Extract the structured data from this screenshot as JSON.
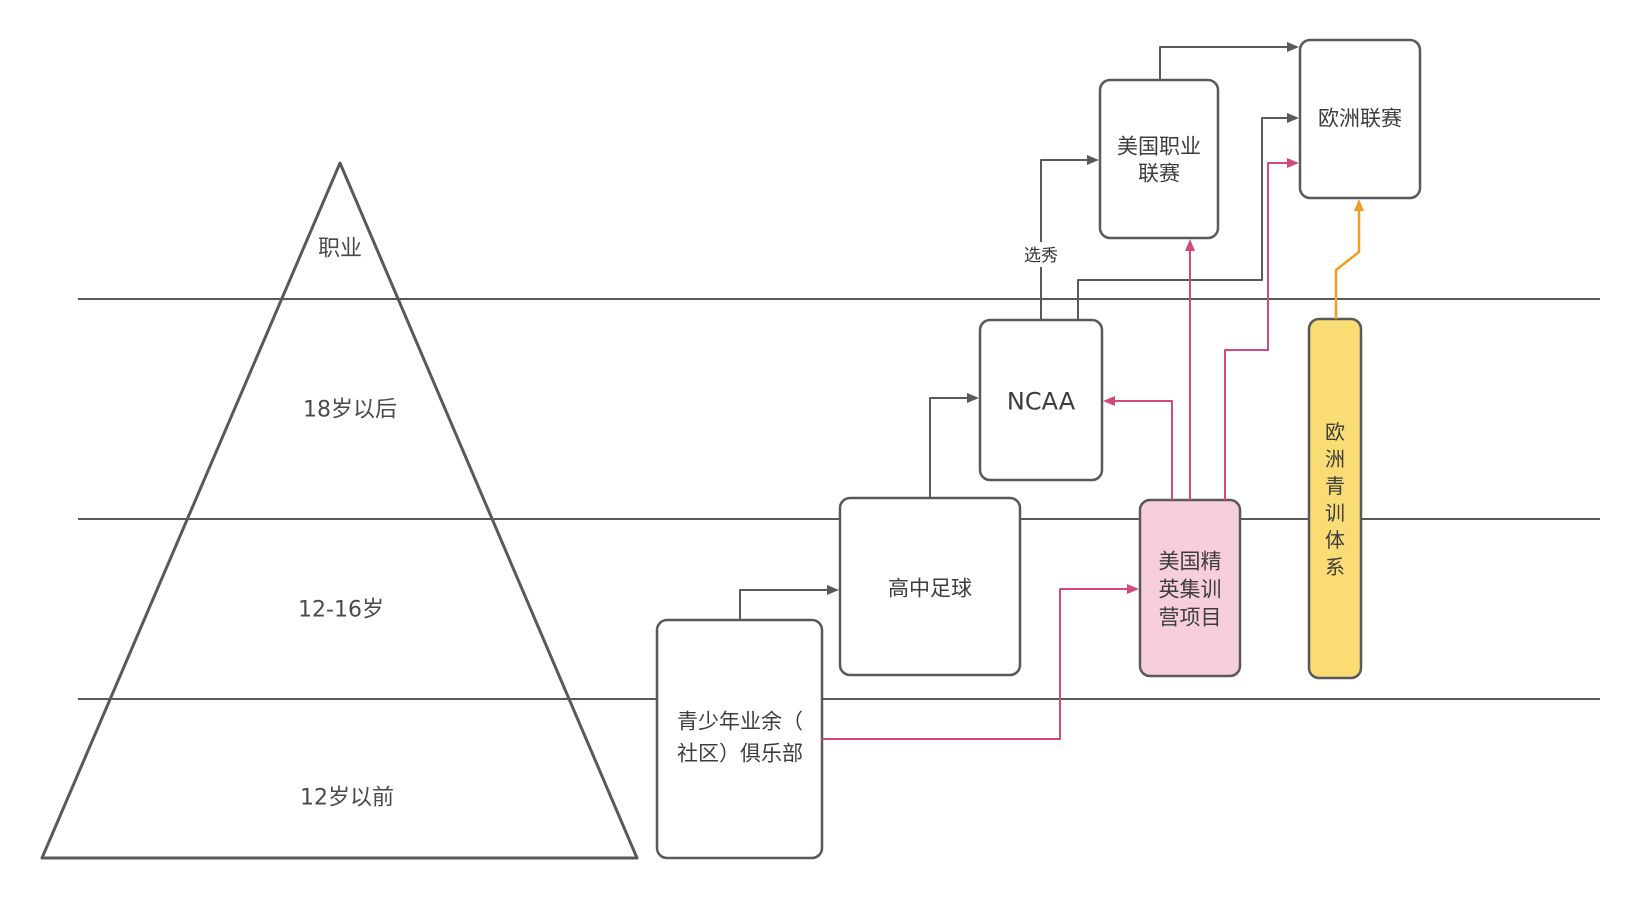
{
  "pyramid": {
    "tiers": [
      {
        "label": "职业"
      },
      {
        "label": "18岁以后"
      },
      {
        "label": "12-16岁"
      },
      {
        "label": "12岁以前"
      }
    ]
  },
  "nodes": {
    "youth_club": {
      "lines": [
        "青少年业余（",
        "社区）俱乐部"
      ]
    },
    "high_school": {
      "label": "高中足球"
    },
    "ncaa": {
      "label": "NCAA"
    },
    "us_pro_league": {
      "lines": [
        "美国职业",
        "联赛"
      ]
    },
    "euro_league": {
      "label": "欧洲联赛"
    },
    "us_elite_camp": {
      "lines": [
        "美国精",
        "英集训",
        "营项目"
      ]
    },
    "euro_youth_system": {
      "label": "欧洲青训体系",
      "chars": [
        "欧",
        "洲",
        "青",
        "训",
        "体",
        "系"
      ]
    }
  },
  "edge_labels": {
    "draft": "选秀"
  },
  "colors": {
    "line": "#595959",
    "pink": "#D2497D",
    "orange": "#F59B23",
    "pink_box_fill": "#F7CEDC",
    "yellow_box_fill": "#FADC74",
    "box_fill": "#FFFFFF",
    "text": "#3D3D3D",
    "background": "#FFFFFF"
  }
}
